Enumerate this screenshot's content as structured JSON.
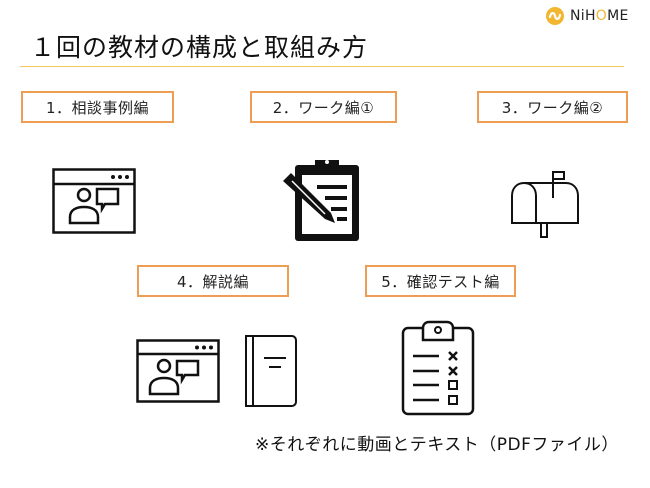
{
  "header": {
    "logo_text_pre": "NiH",
    "logo_text_o": "O",
    "logo_text_post": "ME",
    "title": "１回の教材の構成と取組み方",
    "accent_color": "#f2c862",
    "logo_color": "#f2b632"
  },
  "sections": [
    {
      "label": "1．相談事例編",
      "icon": "video-chat-icon"
    },
    {
      "label": "2．ワーク編①",
      "icon": "clipboard-pencil-icon"
    },
    {
      "label": "3．ワーク編②",
      "icon": "mailbox-icon"
    },
    {
      "label": "4．解説編",
      "icon": "video-chat-icon",
      "icon2": "book-icon"
    },
    {
      "label": "5．確認テスト編",
      "icon": "checklist-clipboard-icon"
    }
  ],
  "box_border_color": "#ee9d55",
  "footnote": "※それぞれに動画とテキスト（PDFファイル）"
}
